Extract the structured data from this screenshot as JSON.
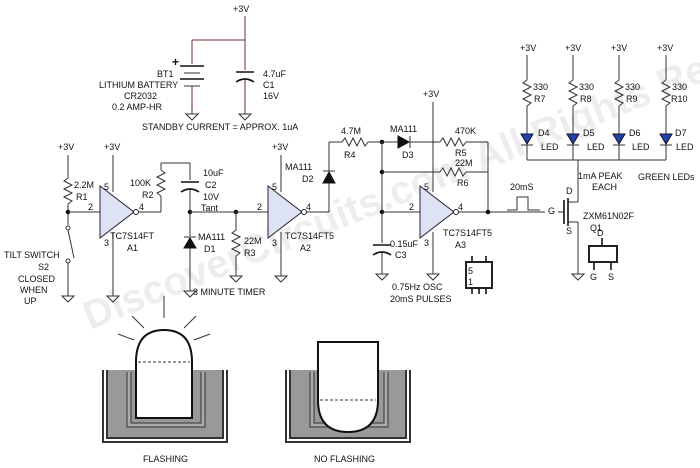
{
  "rails": {
    "vcc": "+3V"
  },
  "battery": {
    "ref": "BT1",
    "type": "LITHIUM BATTERY",
    "part": "CR2032",
    "capacity": "0.2 AMP-HR",
    "plus": "+"
  },
  "c1": {
    "value": "4.7uF",
    "ref": "C1",
    "voltage": "16V"
  },
  "standby": "STANDBY CURRENT = APPROX. 1uA",
  "r1": {
    "value": "2.2M",
    "ref": "R1"
  },
  "s2": {
    "line1": "TILT SWITCH",
    "ref": "S2",
    "line3": "CLOSED",
    "line4": "WHEN",
    "line5": "UP"
  },
  "a1": {
    "part": "TC7S14FT",
    "ref": "A1"
  },
  "r2": {
    "value": "100K",
    "ref": "R2"
  },
  "c2": {
    "value": "10uF",
    "ref": "C2",
    "voltage": "10V",
    "type": "Tant"
  },
  "d1": {
    "part": "MA111",
    "ref": "D1"
  },
  "r3": {
    "value": "22M",
    "ref": "R3"
  },
  "timer": "3 MINUTE TIMER",
  "a2": {
    "part": "TC7S14FT5",
    "ref": "A2"
  },
  "d2": {
    "part": "MA111",
    "ref": "D2"
  },
  "r4": {
    "value": "4.7M",
    "ref": "R4"
  },
  "d3": {
    "part": "MA111",
    "ref": "D3"
  },
  "r5": {
    "value": "470K",
    "ref": "R5"
  },
  "r6": {
    "value": "22M",
    "ref": "R6"
  },
  "c3": {
    "value": "0.15uF",
    "ref": "C3"
  },
  "a3": {
    "part": "TC7S14FT5",
    "ref": "A3"
  },
  "osc": {
    "line1": "0.75Hz OSC",
    "line2": "20mS PULSES"
  },
  "pulse": "20mS",
  "pins": {
    "p1": "1",
    "p2": "2",
    "p3": "3",
    "p4": "4",
    "p5": "5"
  },
  "pkg": {
    "top": "5",
    "bottom": "1"
  },
  "q1": {
    "part": "ZXM61N02F",
    "ref": "Q1",
    "d": "D",
    "g": "G",
    "s": "S"
  },
  "peak": {
    "line1": "1mA PEAK",
    "line2": "EACH"
  },
  "green_leds": "GREEN LEDs",
  "leds": [
    {
      "r_value": "330",
      "r_ref": "R7",
      "d_ref": "D4",
      "label": "LED"
    },
    {
      "r_value": "330",
      "r_ref": "R8",
      "d_ref": "D5",
      "label": "LED"
    },
    {
      "r_value": "330",
      "r_ref": "R9",
      "d_ref": "D6",
      "label": "LED"
    },
    {
      "r_value": "330",
      "r_ref": "R10",
      "d_ref": "D7",
      "label": "LED"
    }
  ],
  "sot": {
    "d": "D",
    "g": "G",
    "s": "S"
  },
  "captions": {
    "left": "FLASHING",
    "right": "NO FLASHING"
  },
  "watermark": "DiscoverCircuits.com All Rights Reserved"
}
